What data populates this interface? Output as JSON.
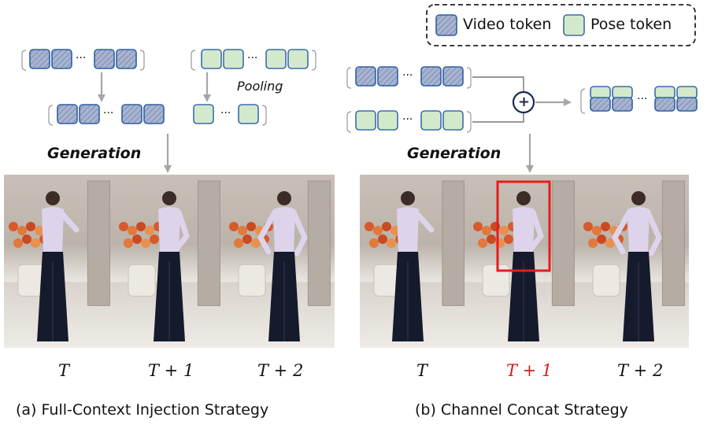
{
  "legend": {
    "video_token": "Video token",
    "pose_token": "Pose token"
  },
  "left": {
    "pooling_label": "Pooling",
    "generation_label": "Generation",
    "frame_labels": [
      "T",
      "T + 1",
      "T + 2"
    ],
    "caption": "(a) Full-Context Injection Strategy"
  },
  "right": {
    "plus_symbol": "+",
    "generation_label": "Generation",
    "frame_labels": [
      "T",
      "T + 1",
      "T + 2"
    ],
    "highlight_frame_index": 1,
    "caption": "(b) Channel Concat Strategy"
  },
  "ellipsis": "···",
  "colors": {
    "video_token_fill": "#9aa9c9",
    "video_token_border": "#2d5fa6",
    "pose_token_fill": "#d2eacb",
    "pose_token_border": "#3c6ab0",
    "arrow": "#a6a6a6",
    "highlight_box": "#e81c1c",
    "highlight_label": "#d91a1a"
  }
}
